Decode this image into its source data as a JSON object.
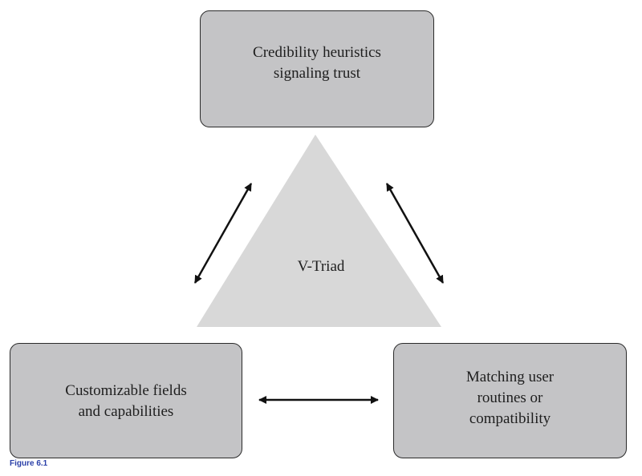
{
  "diagram": {
    "top_node": "Credibility heuristics\nsignaling trust",
    "left_node": "Customizable fields\nand capabilities",
    "right_node": "Matching user\nroutines or\ncompatibility",
    "center_label": "V-Triad",
    "caption": "Figure 6.1",
    "colors": {
      "box_fill": "#c4c4c6",
      "triangle_fill": "#d8d8d8",
      "arrow": "#111111",
      "caption": "#2a3fa8"
    }
  }
}
